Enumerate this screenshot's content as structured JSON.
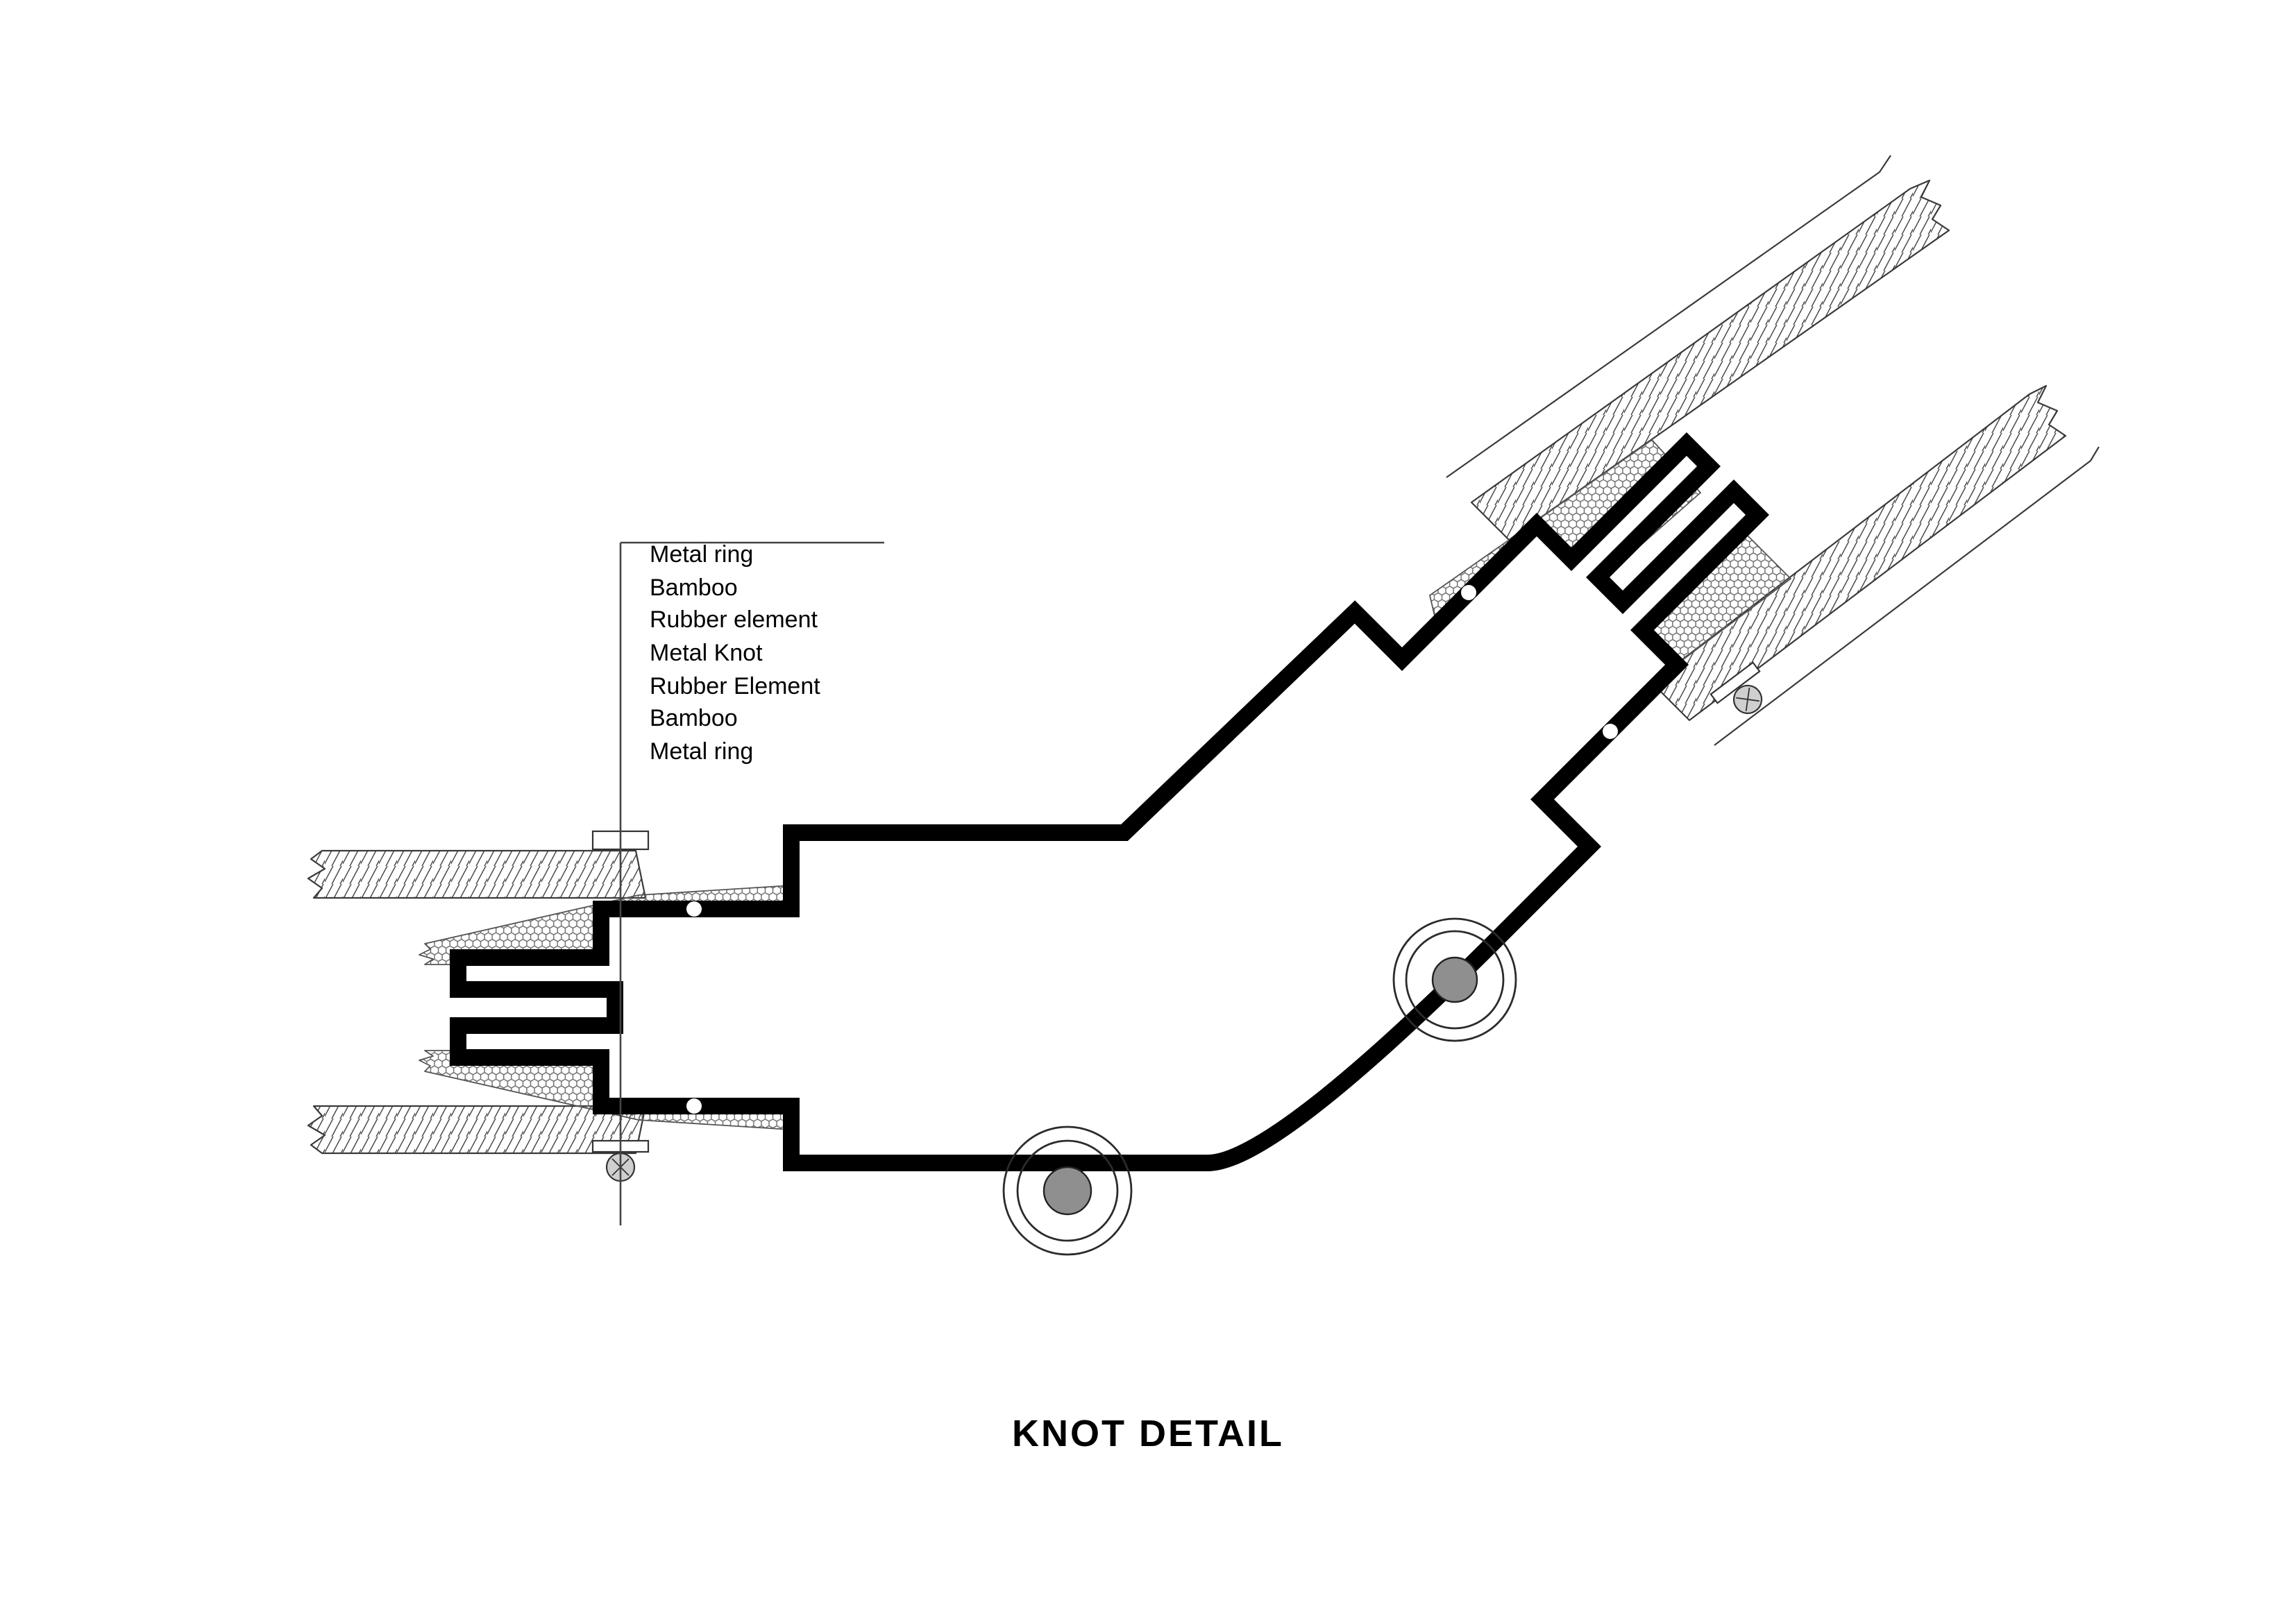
{
  "title": {
    "text": "KNOT DETAIL"
  },
  "callout": {
    "labels": [
      "Metal ring",
      "Bamboo",
      "Rubber element",
      "Metal Knot",
      "Rubber Element",
      "Bamboo",
      "Metal ring"
    ]
  },
  "legend_semantics": {
    "thick_outline": "metal knot connector body",
    "hex_pattern": "rubber element",
    "diagonal_hatch": "bamboo pole wall",
    "concentric_circles": "bolt fastener"
  },
  "colors": {
    "ink": "#000000",
    "thin_line": "#3a3a3a",
    "background": "#ffffff",
    "pattern_gray": "#666666"
  }
}
